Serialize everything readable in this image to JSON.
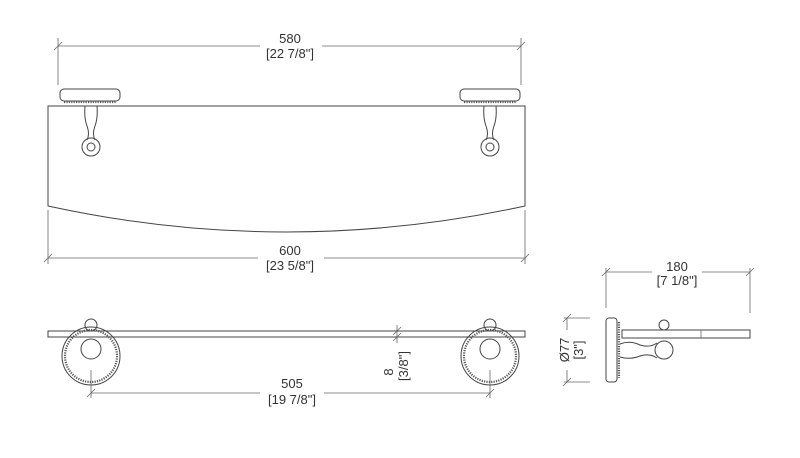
{
  "dimensions": {
    "bracket_span": {
      "mm": "580",
      "in": "[22 7/8\"]"
    },
    "shelf_width": {
      "mm": "600",
      "in": "[23 5/8\"]"
    },
    "fixing_centers": {
      "mm": "505",
      "in": "[19 7/8\"]"
    },
    "glass_thickness": {
      "mm": "8",
      "in": "[3/8\"]"
    },
    "depth": {
      "mm": "180",
      "in": "[7 1/8\"]"
    },
    "plate_diameter": {
      "mm": "Ø77",
      "in": "[3\"]"
    }
  },
  "colors": {
    "line": "#444444",
    "background": "#ffffff"
  }
}
